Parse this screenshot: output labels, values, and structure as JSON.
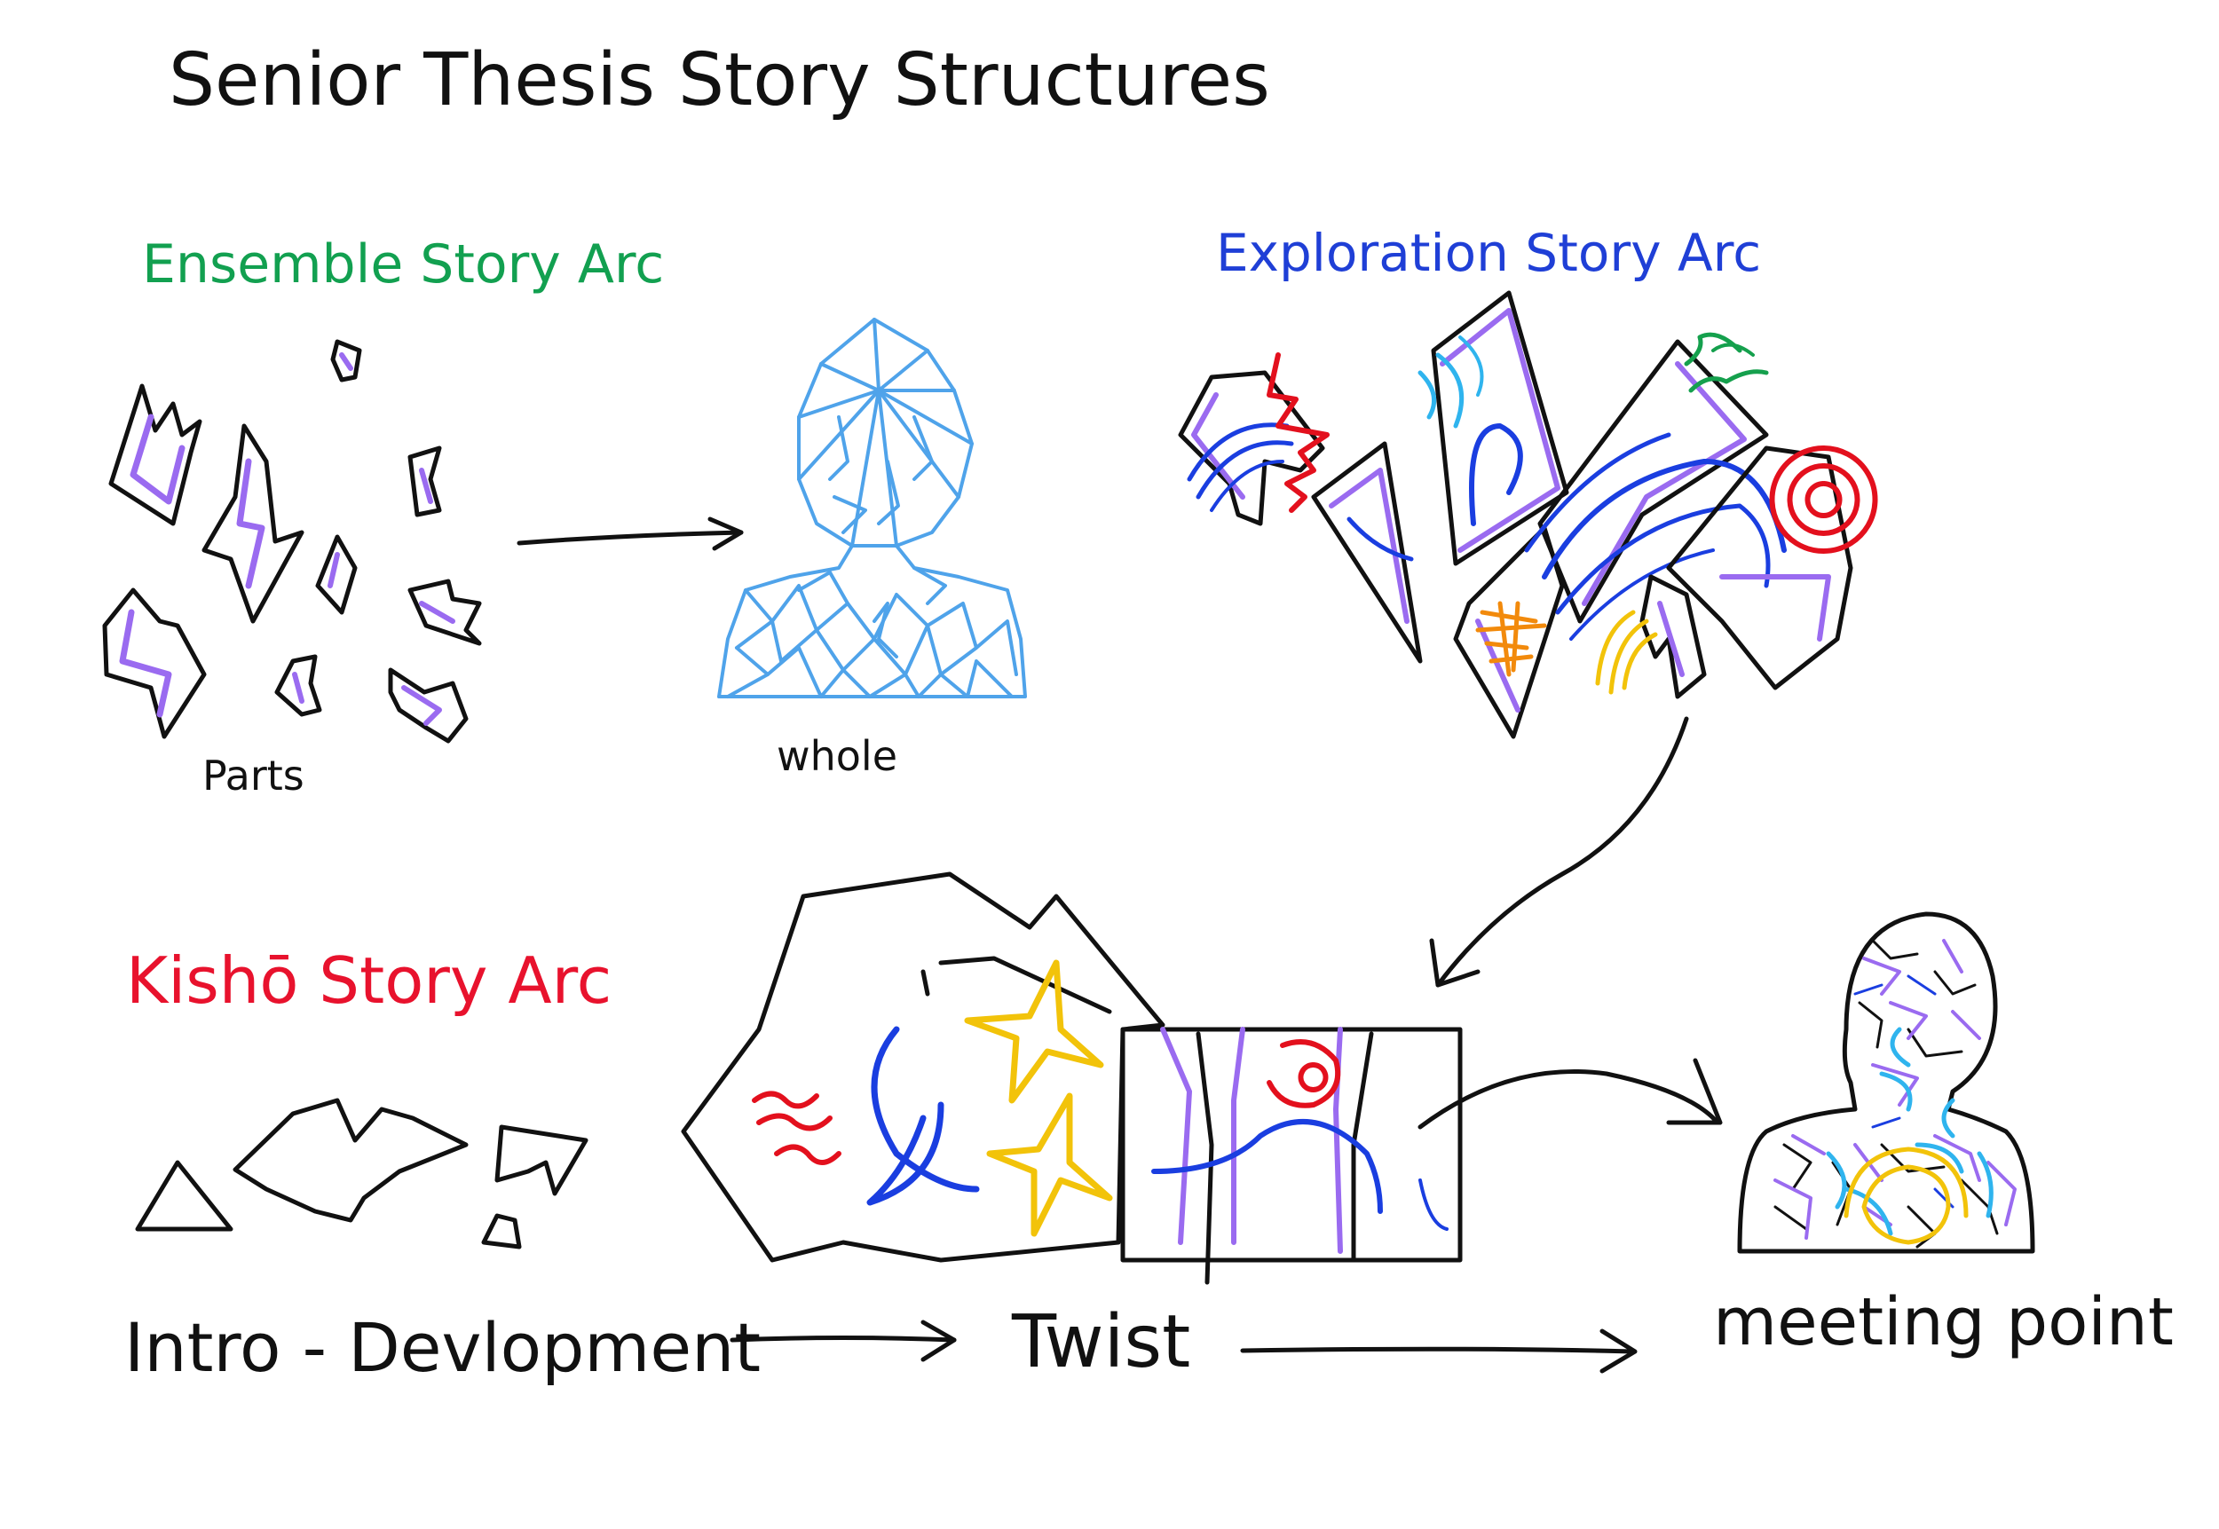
{
  "title": "Senior Thesis Story Structures",
  "sections": {
    "ensemble": {
      "heading": "Ensemble Story Arc",
      "color": "#12a050",
      "parts_label": "Parts",
      "whole_label": "whole"
    },
    "exploration": {
      "heading": "Exploration Story Arc",
      "color": "#1f3fd6"
    },
    "kisho": {
      "heading": "Kishō Story Arc",
      "color": "#e8122d",
      "intro_label": "Intro - Devlopment",
      "twist_label": "Twist",
      "meeting_label": "meeting point"
    }
  },
  "colors": {
    "ink": "#111111",
    "purple": "#9a6bf0",
    "lightblue": "#4fa3ea",
    "blue": "#1a3ee0",
    "red": "#e3101d",
    "orange": "#f28a0c",
    "yellow": "#f2c30a",
    "green": "#15a04d",
    "cyan": "#2fb4ee"
  }
}
